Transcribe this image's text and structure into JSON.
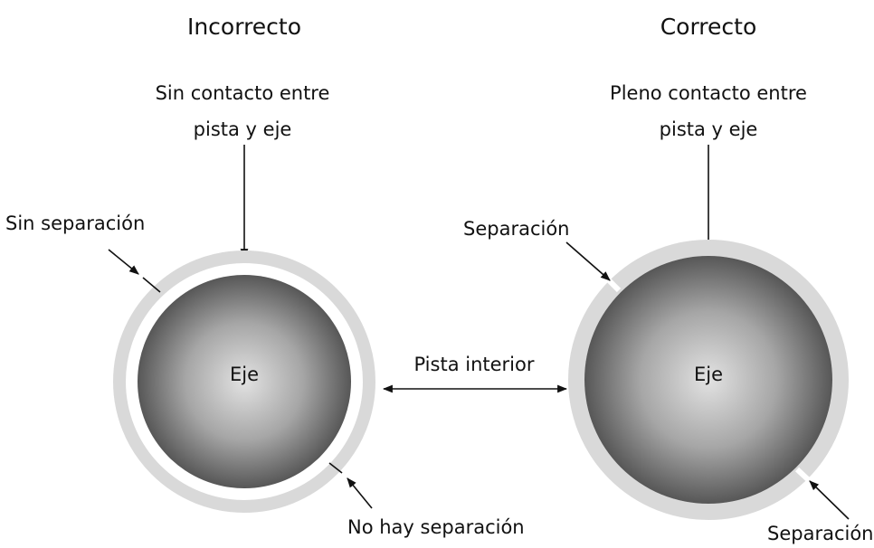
{
  "panels": {
    "left": {
      "title": "Incorrecto",
      "top_label_line1": "Sin contacto entre",
      "top_label_line2": "pista y eje",
      "side_label": "Sin separación",
      "bottom_label": "No hay separación",
      "shaft_label": "Eje"
    },
    "right": {
      "title": "Correcto",
      "top_label_line1": "Pleno contacto entre",
      "top_label_line2": "pista y eje",
      "side_label": "Separación",
      "bottom_label": "Separación",
      "shaft_label": "Eje"
    }
  },
  "center": {
    "label": "Pista interior"
  },
  "colors": {
    "race": "#d9d9d9",
    "shaft_light": "#e2e2e2",
    "shaft_dark": "#575757",
    "line": "#111111"
  }
}
